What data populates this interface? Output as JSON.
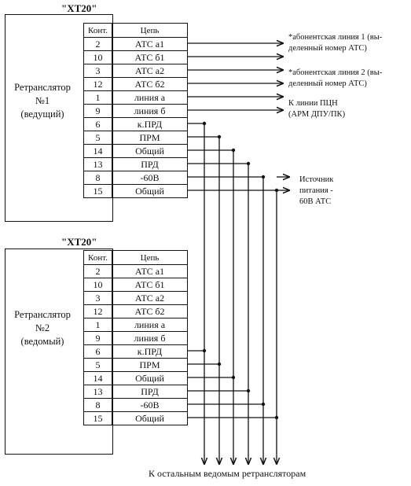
{
  "devices": [
    {
      "header": "\"XT20\"",
      "name_line1": "Ретранслятор",
      "name_line2": "№1",
      "name_line3": "(ведущий)",
      "col_contact": "Конт.",
      "col_circuit": "Цепь",
      "rows": [
        {
          "pin": "2",
          "circuit": "АТС а1"
        },
        {
          "pin": "10",
          "circuit": "АТС б1"
        },
        {
          "pin": "3",
          "circuit": "АТС а2"
        },
        {
          "pin": "12",
          "circuit": "АТС б2"
        },
        {
          "pin": "1",
          "circuit": "линия  а"
        },
        {
          "pin": "9",
          "circuit": "линия  б"
        },
        {
          "pin": "6",
          "circuit": "к.ПРД"
        },
        {
          "pin": "5",
          "circuit": "ПРМ"
        },
        {
          "pin": "14",
          "circuit": "Общий"
        },
        {
          "pin": "13",
          "circuit": "ПРД"
        },
        {
          "pin": "8",
          "circuit": "-60В"
        },
        {
          "pin": "15",
          "circuit": "Общий"
        }
      ]
    },
    {
      "header": "\"XT20\"",
      "name_line1": "Ретранслятор",
      "name_line2": "№2",
      "name_line3": "(ведомый)",
      "col_contact": "Конт.",
      "col_circuit": "Цепь",
      "rows": [
        {
          "pin": "2",
          "circuit": "АТС а1"
        },
        {
          "pin": "10",
          "circuit": "АТС б1"
        },
        {
          "pin": "3",
          "circuit": "АТС а2"
        },
        {
          "pin": "12",
          "circuit": "АТС б2"
        },
        {
          "pin": "1",
          "circuit": "линия  а"
        },
        {
          "pin": "9",
          "circuit": "линия  б"
        },
        {
          "pin": "6",
          "circuit": "к.ПРД"
        },
        {
          "pin": "5",
          "circuit": "ПРМ"
        },
        {
          "pin": "14",
          "circuit": "Общий"
        },
        {
          "pin": "13",
          "circuit": "ПРД"
        },
        {
          "pin": "8",
          "circuit": "-60В"
        },
        {
          "pin": "15",
          "circuit": "Общий"
        }
      ]
    }
  ],
  "notes": {
    "line1_a": "*абонентская линия 1 (вы-",
    "line1_b": "деленный номер АТС)",
    "line2_a": "*абонентская линия 2 (вы-",
    "line2_b": "деленный номер АТС)",
    "pcn_a": "К линии ПЦН",
    "pcn_b": "(АРМ ДПУ/ПК)",
    "power_a": "Источник",
    "power_b": "питания -",
    "power_c": "60В АТС"
  },
  "footer": "К остальным ведомым ретрансляторам"
}
